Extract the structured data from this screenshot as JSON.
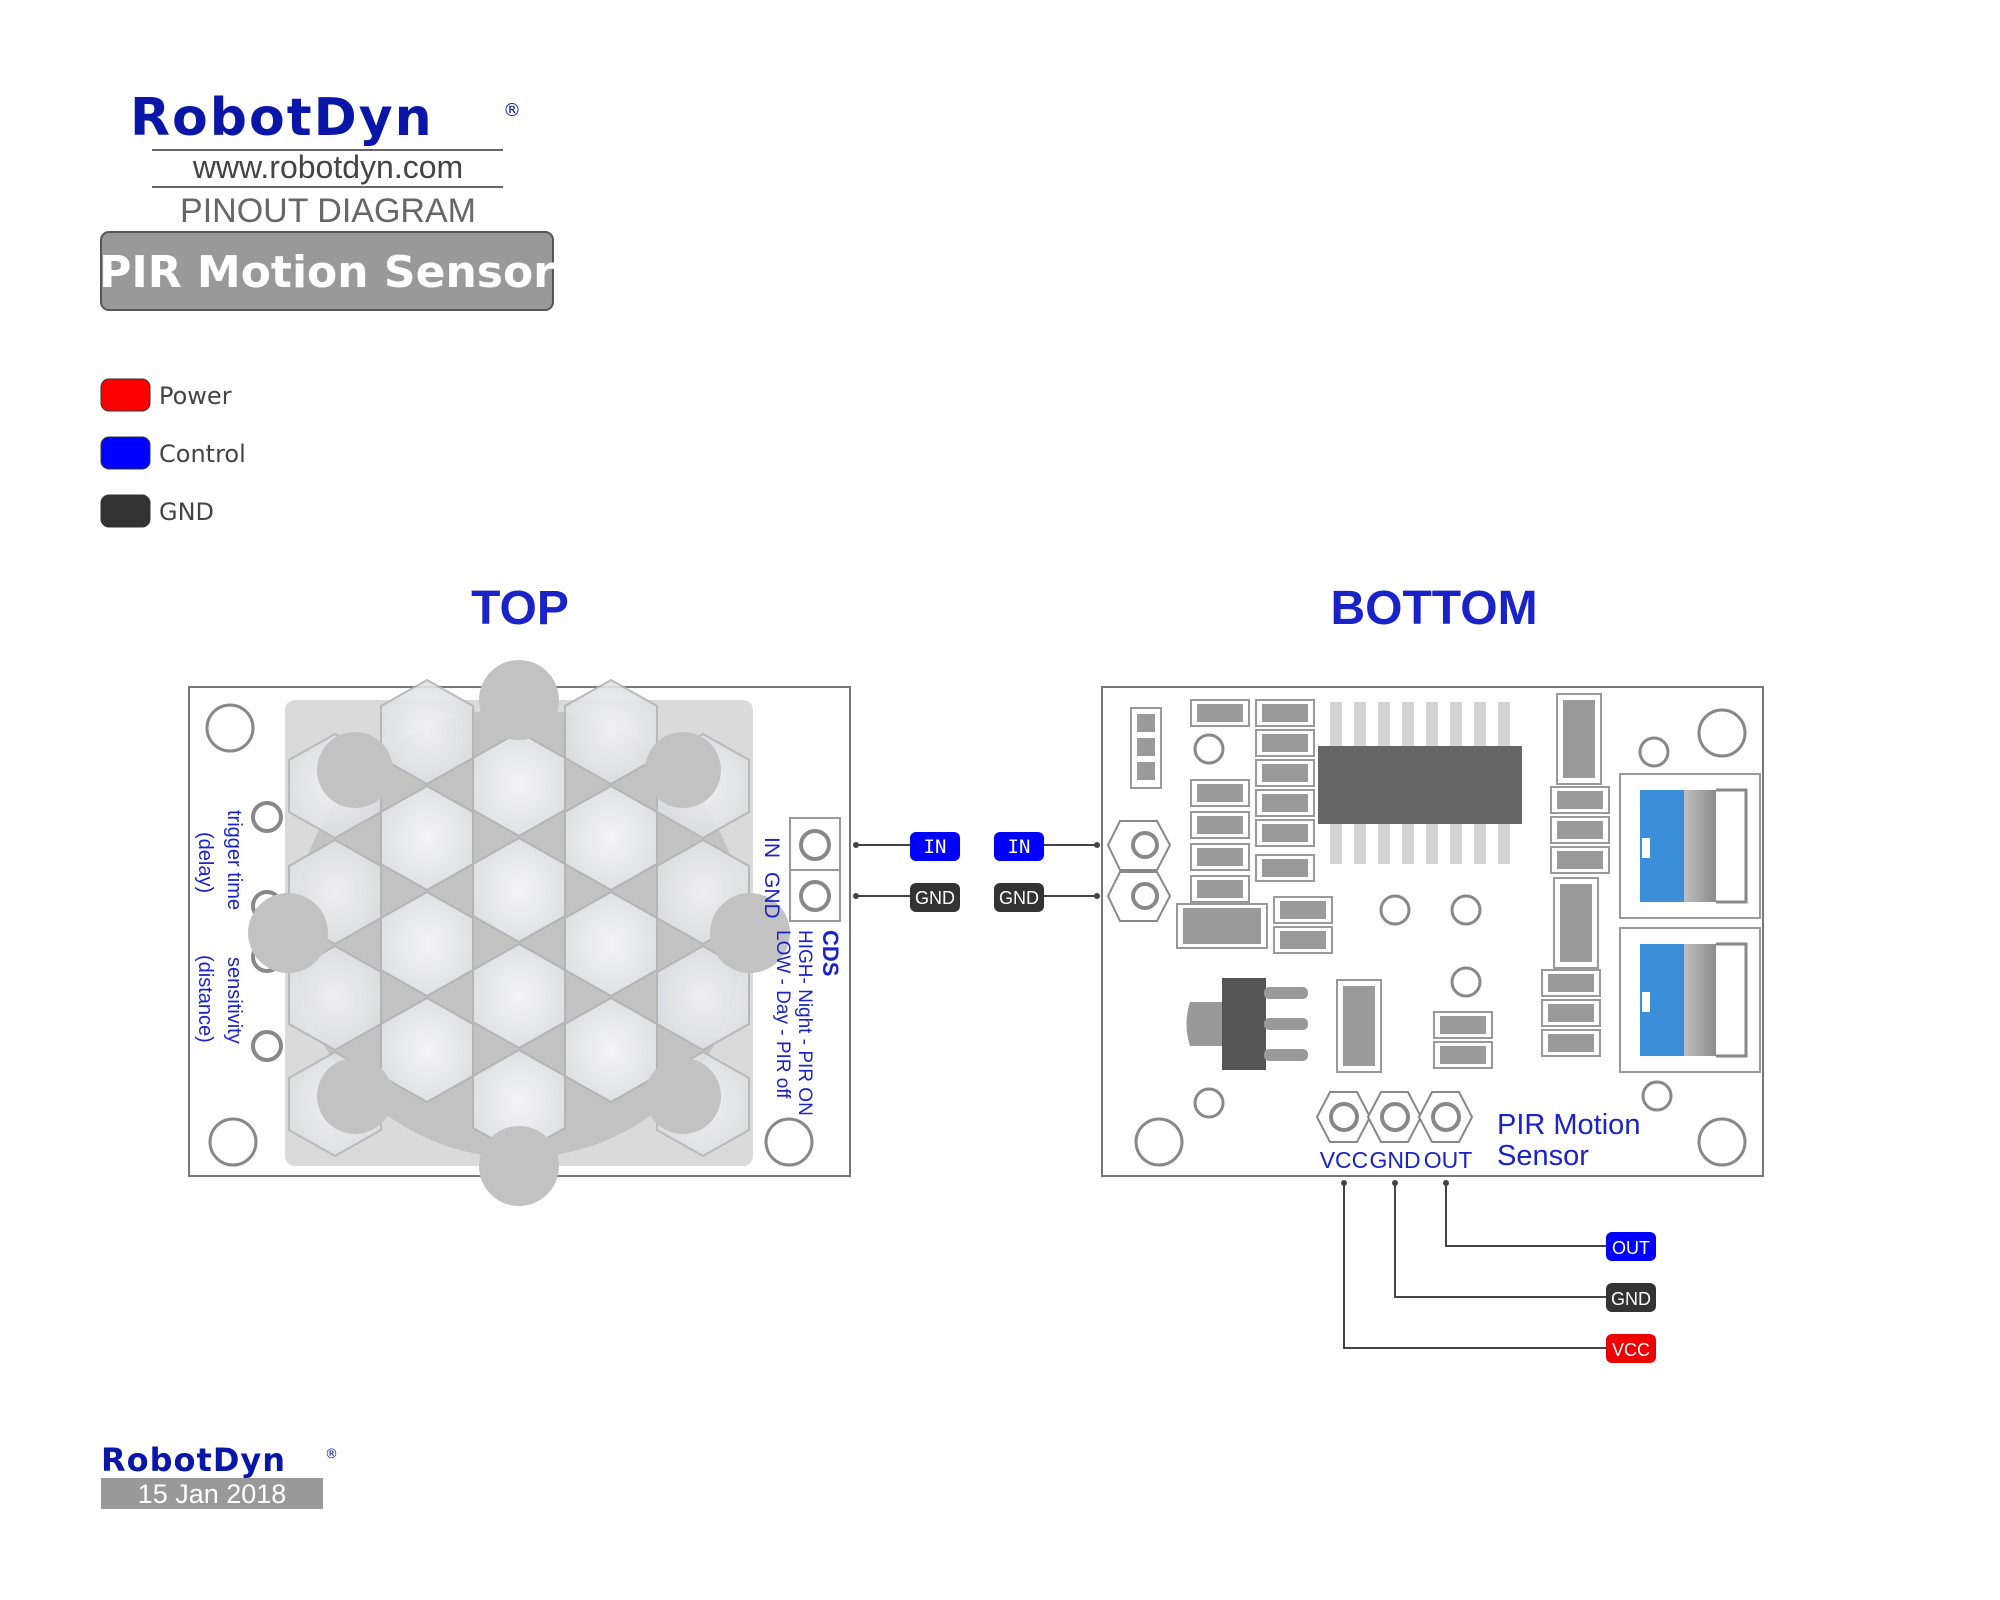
{
  "header": {
    "brand": "RobotDyn",
    "registered": "®",
    "website": "www.robotdyn.com",
    "subtitle": "PINOUT DIAGRAM",
    "product": "PIR Motion Sensor"
  },
  "legend": [
    {
      "label": "Power",
      "color": "#ff0000"
    },
    {
      "label": "Control",
      "color": "#0000ff"
    },
    {
      "label": "GND",
      "color": "#333333"
    }
  ],
  "top": {
    "title": "TOP",
    "cds_title": "CDS",
    "cds_high": "HIGH- Night - PIR ON",
    "cds_low": "LOW - Day - PIR off",
    "pin_in": "IN",
    "pin_gnd": "GND",
    "trigger_label": "trigger time",
    "trigger_sub": "(delay)",
    "sensitivity_label": "sensitivity",
    "sensitivity_sub": "(distance)"
  },
  "bottom": {
    "title": "BOTTOM",
    "pin_vcc": "VCC",
    "pin_gnd": "GND",
    "pin_out": "OUT",
    "board_label_1": "PIR Motion",
    "board_label_2": "Sensor"
  },
  "tags": {
    "in": "IN",
    "gnd": "GND",
    "out": "OUT",
    "vcc": "VCC"
  },
  "colors": {
    "control": "#0000ff",
    "gnd": "#333333",
    "power": "#ff0000",
    "brand": "#0a16a8",
    "text_blue": "#1a23c8"
  },
  "footer": {
    "brand": "RobotDyn",
    "registered": "®",
    "date": "15 Jan 2018"
  }
}
